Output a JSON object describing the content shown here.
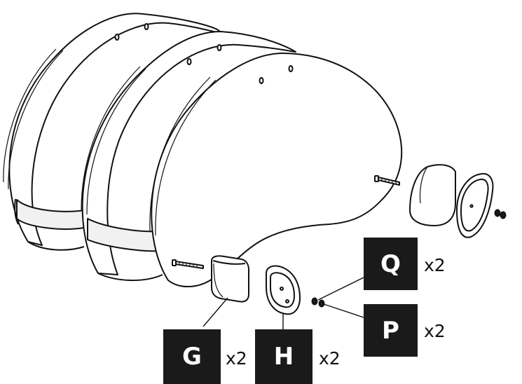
{
  "parts": [
    {
      "id": "G",
      "letter": "G",
      "quantity": "x2"
    },
    {
      "id": "H",
      "letter": "H",
      "quantity": "x2"
    },
    {
      "id": "Q",
      "letter": "Q",
      "quantity": "x2"
    },
    {
      "id": "P",
      "letter": "P",
      "quantity": "x2"
    }
  ],
  "colors": {
    "badge": "#1a1a1a",
    "badge_text": "#ffffff",
    "line": "#111111",
    "panel": "#ffffff"
  }
}
